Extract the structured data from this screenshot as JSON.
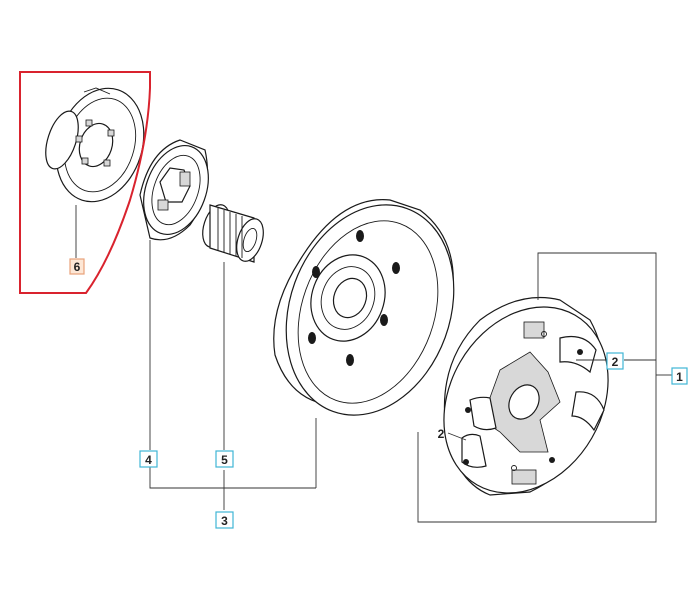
{
  "diagram": {
    "callouts": {
      "c1": "1",
      "c2a": "2",
      "c2b": "2",
      "c3": "3",
      "c4": "4",
      "c5": "5",
      "c6": "6"
    },
    "colors": {
      "highlight_frame": "#d9232e",
      "callout_border": "#3fb6d6",
      "selected_callout_fill": "#fde7d6",
      "line": "#1a1a1a"
    }
  }
}
